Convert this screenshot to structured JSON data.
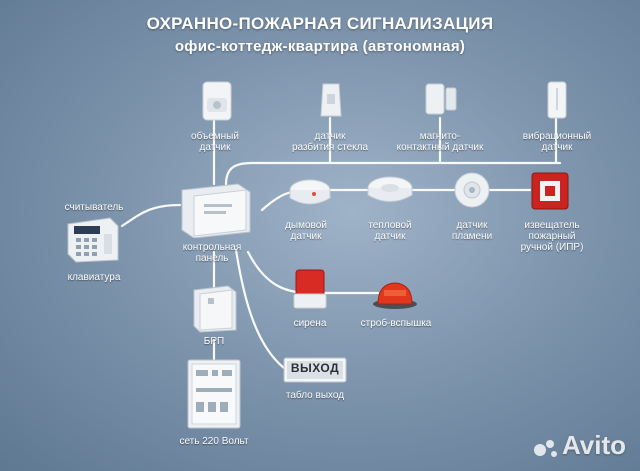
{
  "title": "ОХРАННО-ПОЖАРНАЯ СИГНАЛИЗАЦИЯ",
  "subtitle": "офис-коттедж-квартира (автономная)",
  "devices": {
    "motion": {
      "label_1": "объемный",
      "label_2": "датчик"
    },
    "glass": {
      "label_1": "датчик",
      "label_2": "разбития стекла"
    },
    "magnetic": {
      "label_1": "магнито-",
      "label_2": "контактный датчик"
    },
    "vibration": {
      "label_1": "вибрационный",
      "label_2": "датчик"
    },
    "reader": {
      "label": "считыватель"
    },
    "keypad": {
      "label": "клавиатура"
    },
    "panel": {
      "label_1": "контрольная",
      "label_2": "панель"
    },
    "smoke": {
      "label_1": "дымовой",
      "label_2": "датчик"
    },
    "heat": {
      "label_1": "тепловой",
      "label_2": "датчик"
    },
    "flame": {
      "label_1": "датчик",
      "label_2": "пламени"
    },
    "manual": {
      "label_1": "извещатель",
      "label_2": "пожарный",
      "label_3": "ручной (ИПР)"
    },
    "siren": {
      "label": "сирена"
    },
    "strobe": {
      "label": "строб-вспышка"
    },
    "brp": {
      "label": "БРП"
    },
    "exit": {
      "label": "табло выход",
      "sign_text": "ВЫХОД"
    },
    "power": {
      "label": "сеть 220 Вольт"
    }
  },
  "watermark": "Avito"
}
